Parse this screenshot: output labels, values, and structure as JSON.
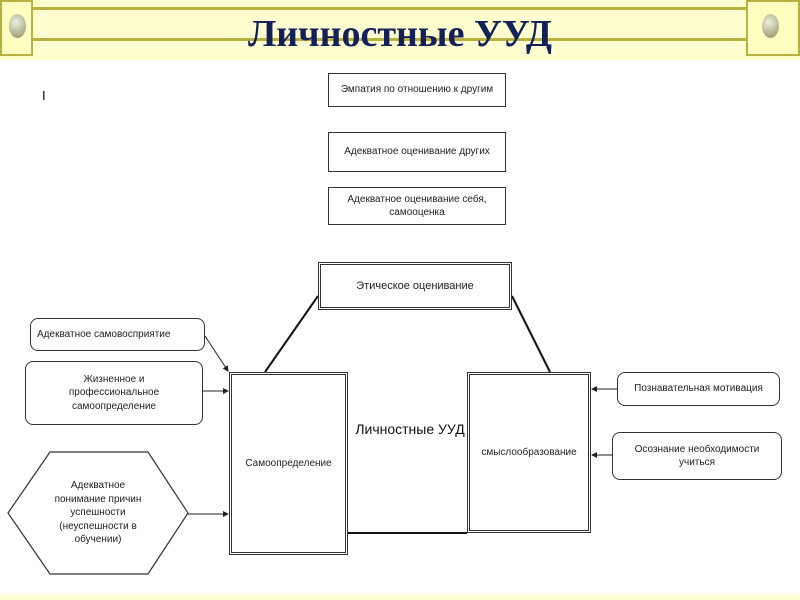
{
  "title": "Личностные УУД",
  "marker": "I",
  "boxes": {
    "empathy": "Эмпатия по отношению к другим",
    "assess_others": "Адекватное оценивание других",
    "assess_self": "Адекватное оценивание себя, самооценка",
    "ethical": "Этическое оценивание",
    "self_perception": "Адекватное самовосприятие",
    "life_professional": "Жизненное и профессиональное самоопределение",
    "success_understanding": "Адекватное понимание причин успешности (неуспешности в обучении)",
    "self_determination": "Самоопределение",
    "meaning_formation": "смыслообразование",
    "cognitive_motivation": "Познавательная мотивация",
    "need_to_learn": "Осознание необходимости учиться"
  },
  "center_label": "Личностные УУД"
}
